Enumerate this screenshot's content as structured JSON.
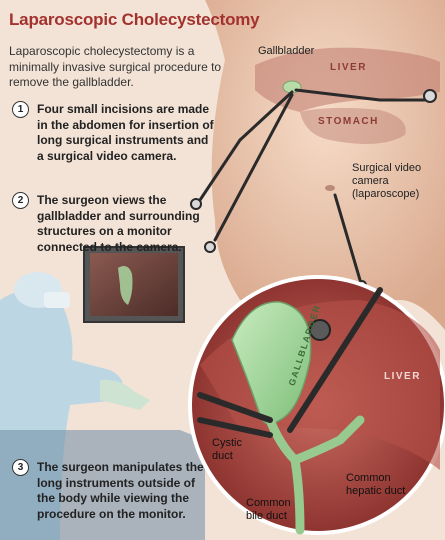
{
  "title": "Laparoscopic Cholecystectomy",
  "intro": "Laparoscopic cholecystectomy is a minimally invasive surgical procedure to remove the gallbladder.",
  "steps": [
    {
      "num": "1",
      "text": "Four small incisions are made in the abdomen for insertion of long surgical instruments and a surgical video camera."
    },
    {
      "num": "2",
      "text": "The surgeon views the gallbladder and surrounding structures on a monitor connected to the camera."
    },
    {
      "num": "3",
      "text": "The surgeon manipulates the long instruments outside of the body while viewing the procedure on the monitor."
    }
  ],
  "labels": {
    "gallbladder": "Gallbladder",
    "liver": "LIVER",
    "stomach": "STOMACH",
    "camera": "Surgical video camera (laparoscope)",
    "gallbladder_inset": "GALLBLADDER",
    "liver_inset": "LIVER",
    "cystic_duct": "Cystic duct",
    "common_hepatic_duct": "Common hepatic duct",
    "common_bile_duct": "Common bile duct"
  },
  "colors": {
    "title": "#a3322e",
    "skin": "#edc7ae",
    "liver": "#b24a44",
    "gallbladder": "#a9d6a0",
    "scrubs": "#bcd7e3"
  }
}
